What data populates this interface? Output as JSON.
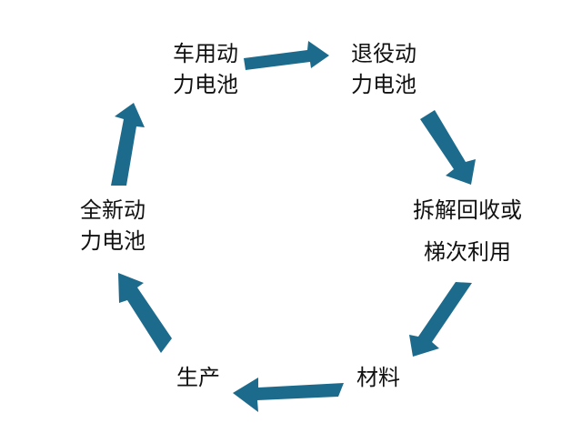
{
  "colors": {
    "arrow": "#1D6B8C",
    "text": "#111111"
  },
  "nodes": [
    {
      "id": "vehicle",
      "lines": [
        "车用动",
        "力电池"
      ]
    },
    {
      "id": "retired",
      "lines": [
        "退役动",
        "力电池"
      ]
    },
    {
      "id": "dismantle",
      "lines": [
        "拆解回收或",
        "梯次利用"
      ]
    },
    {
      "id": "materials",
      "lines": [
        "材料"
      ]
    },
    {
      "id": "production",
      "lines": [
        "生产"
      ]
    },
    {
      "id": "new",
      "lines": [
        "全新动",
        "力电池"
      ]
    }
  ]
}
